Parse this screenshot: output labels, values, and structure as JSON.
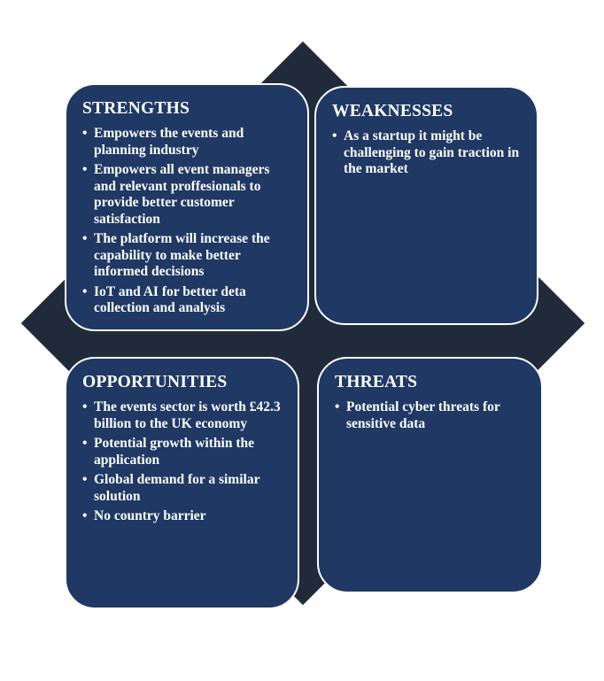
{
  "strengths": {
    "title": "STRENGTHS",
    "items": [
      "Empowers the events and planning industry",
      "Empowers all event managers and relevant proffesionals to provide better customer satisfaction",
      "The platform will increase the capability to make better informed decisions",
      "IoT and AI for better deta collection and analysis"
    ]
  },
  "weaknesses": {
    "title": "WEAKNESSES",
    "items": [
      "As a startup it might be challenging to gain traction in the market"
    ]
  },
  "opportunities": {
    "title": "OPPORTUNITIES",
    "items": [
      "The events sector is worth £42.3 billion to the UK economy",
      "Potential growth within the application",
      "Global demand for a similar solution",
      "No country barrier"
    ]
  },
  "threats": {
    "title": "THREATS",
    "items": [
      "Potential cyber threats for sensitive data"
    ]
  },
  "bullet_glyph": "•",
  "colors": {
    "card_fill": "#1f3864",
    "diamond_fill": "#202a3a",
    "text": "#ffffff"
  }
}
